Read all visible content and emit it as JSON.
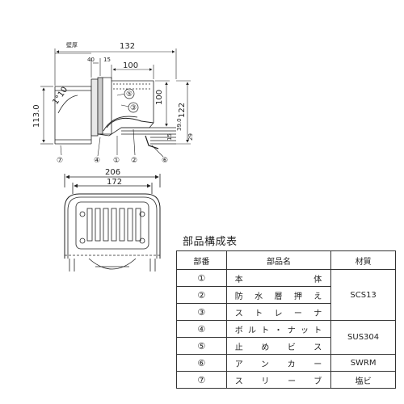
{
  "side_view": {
    "dim_wall_label": "壁厚",
    "dim_132": "132",
    "dim_40": "40",
    "dim_15_top": "15",
    "dim_100_h": "100",
    "dim_100_v": "100",
    "dim_122": "122",
    "dim_113": "113.0",
    "dim_39": "39.0",
    "dim_29": "29",
    "dim_15_r": "15",
    "slope": "1°10",
    "callouts": [
      "①",
      "②",
      "③",
      "④",
      "⑤",
      "⑥",
      "⑦"
    ]
  },
  "front_view": {
    "dim_206": "206",
    "dim_172": "172"
  },
  "parts_table": {
    "title": "部品構成表",
    "headers": {
      "number": "部番",
      "name": "部品名",
      "material": "材質"
    },
    "rows": [
      {
        "number": "①",
        "name": "本体"
      },
      {
        "number": "②",
        "name": "防水層押え"
      },
      {
        "number": "③",
        "name": "ストレーナ"
      },
      {
        "number": "④",
        "name": "ボルト・ナット"
      },
      {
        "number": "⑤",
        "name": "止めビス"
      },
      {
        "number": "⑥",
        "name": "アンカー",
        "material": "SWRM"
      },
      {
        "number": "⑦",
        "name": "スリーブ",
        "material": "塩ビ"
      }
    ],
    "material_groups": [
      "SCS13",
      "SUS304"
    ]
  }
}
